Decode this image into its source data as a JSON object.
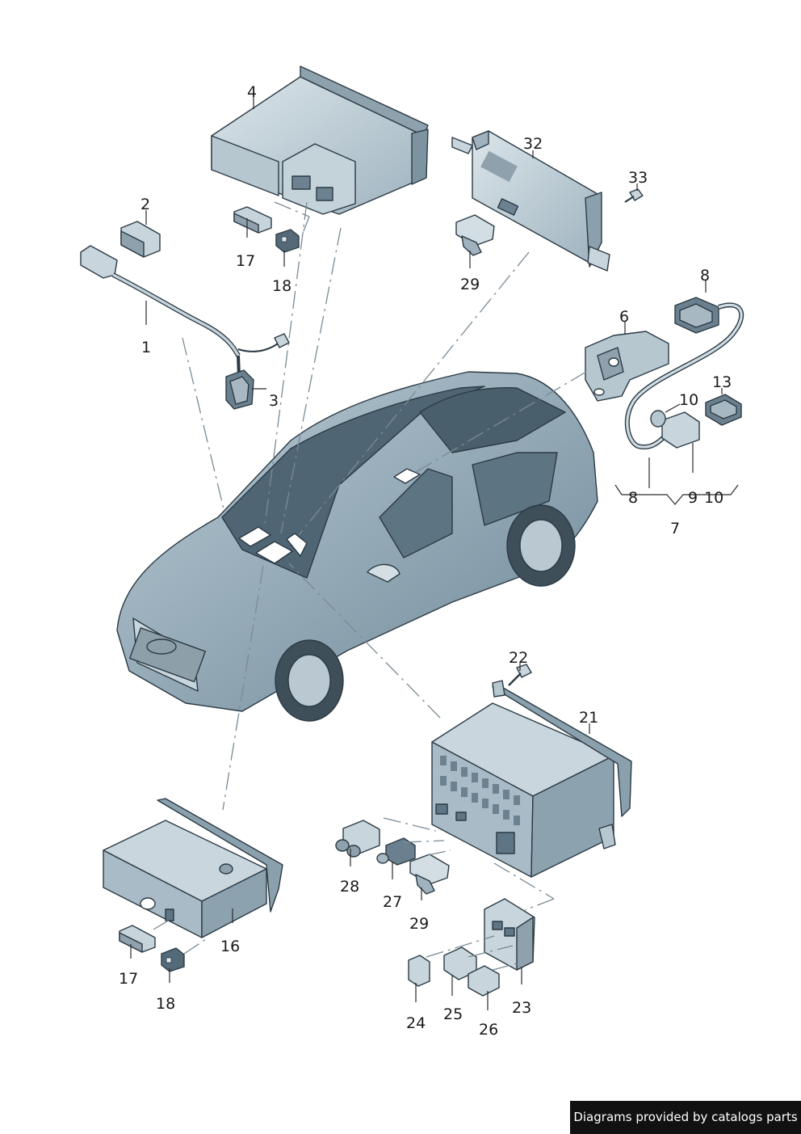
{
  "callouts": {
    "c1": "1",
    "c2": "2",
    "c3": "3",
    "c4": "4",
    "c6": "6",
    "c7": "7",
    "c8a": "8",
    "c8b": "8",
    "c9": "9",
    "c10a": "10",
    "c10b": "10",
    "c13": "13",
    "c16": "16",
    "c17a": "17",
    "c17b": "17",
    "c18a": "18",
    "c18b": "18",
    "c21": "21",
    "c22": "22",
    "c23": "23",
    "c24": "24",
    "c25": "25",
    "c26": "26",
    "c27": "27",
    "c28": "28",
    "c29a": "29",
    "c29b": "29",
    "c32": "32",
    "c33": "33"
  },
  "footer": {
    "credit": "Diagrams provided by catalogs parts"
  },
  "colors": {
    "car_body": "#8fa8b8",
    "part_light": "#d2dde3",
    "part_mid": "#a9bcc7",
    "part_dark": "#5e7585",
    "credit_bg": "#111111"
  }
}
